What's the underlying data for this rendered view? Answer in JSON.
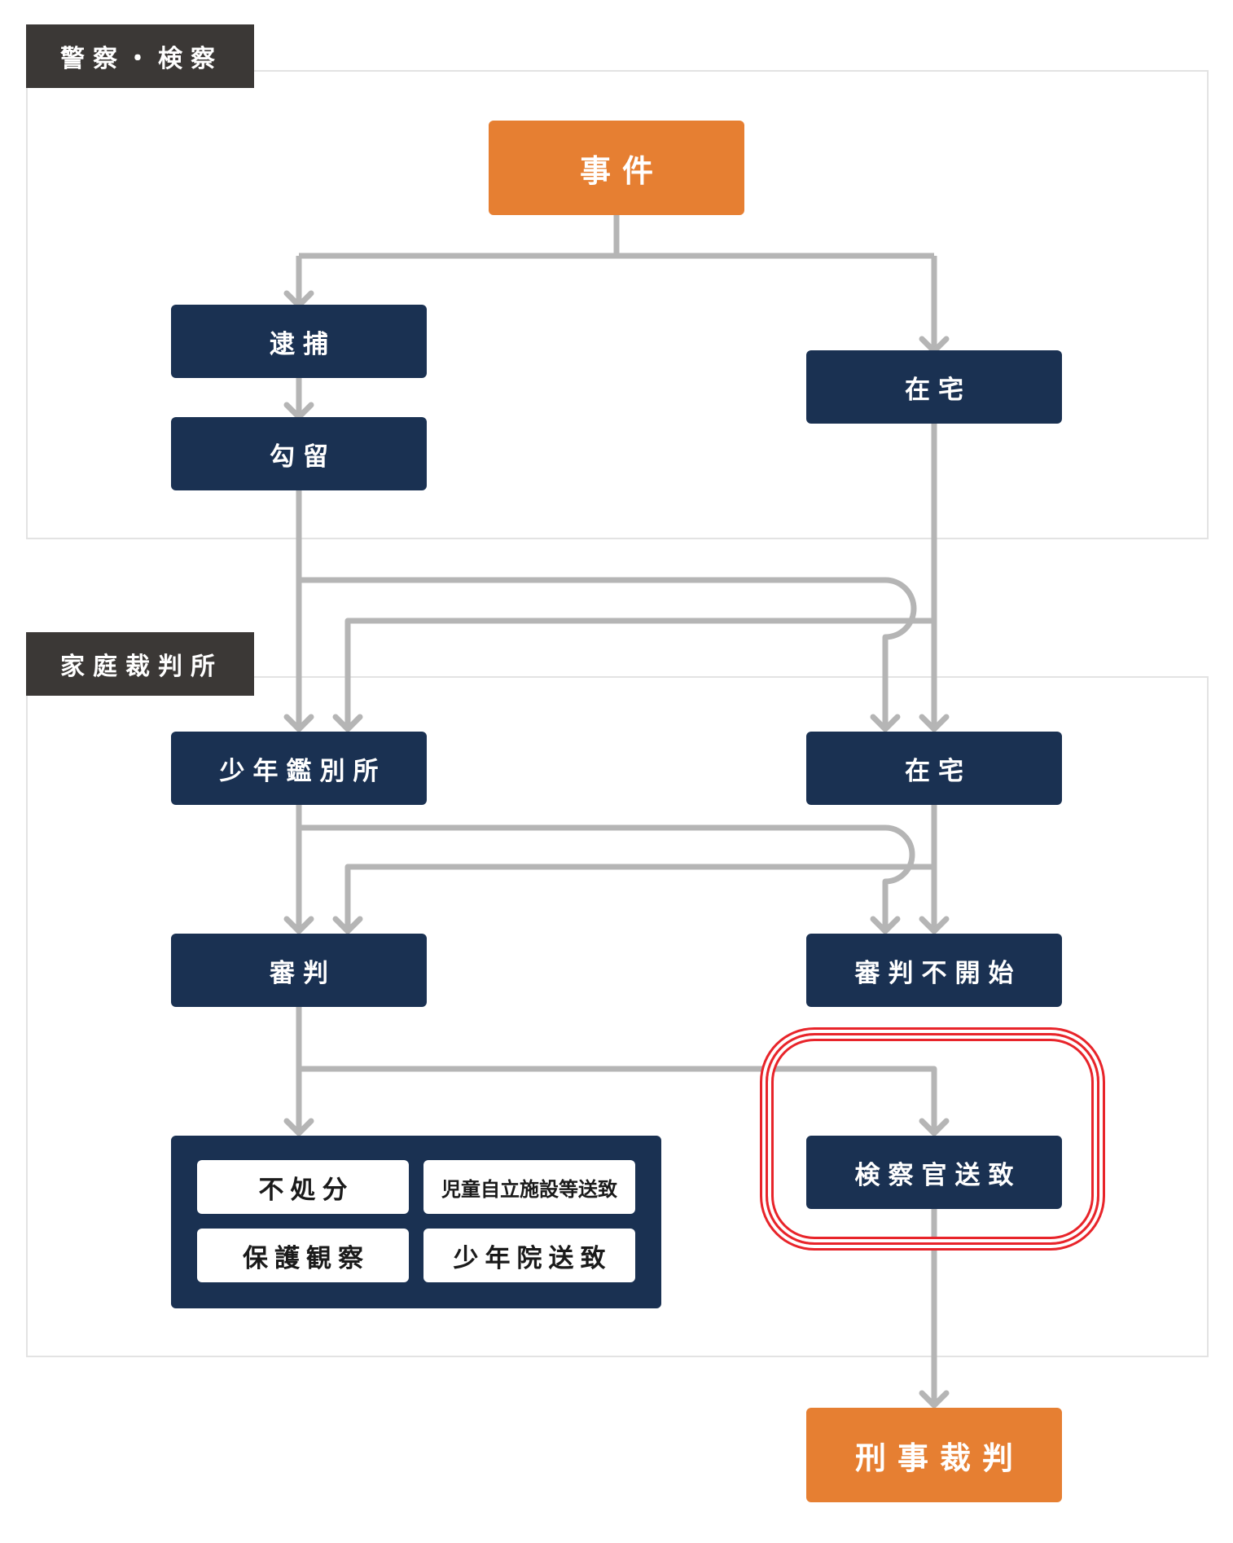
{
  "sections": {
    "police": {
      "label": "警察・検察"
    },
    "family_court": {
      "label": "家庭裁判所"
    }
  },
  "nodes": {
    "incident": "事件",
    "arrest": "逮捕",
    "detention": "勾留",
    "at_home_police": "在宅",
    "juvenile_classification_home": "少年鑑別所",
    "at_home_court": "在宅",
    "hearing": "審判",
    "hearing_not_commenced": "審判不開始",
    "referral_to_prosecutor": "検察官送致",
    "criminal_trial": "刑事裁判"
  },
  "outcomes": {
    "no_disposition": "不処分",
    "child_independence_facility": "児童自立施設等送致",
    "probation": "保護観察",
    "juvenile_training_school": "少年院送致"
  },
  "colors": {
    "navy": "#1a3152",
    "orange": "#e67f32",
    "connector": "#b5b5b5",
    "tab": "#3b3836",
    "highlight": "#e8242a"
  }
}
